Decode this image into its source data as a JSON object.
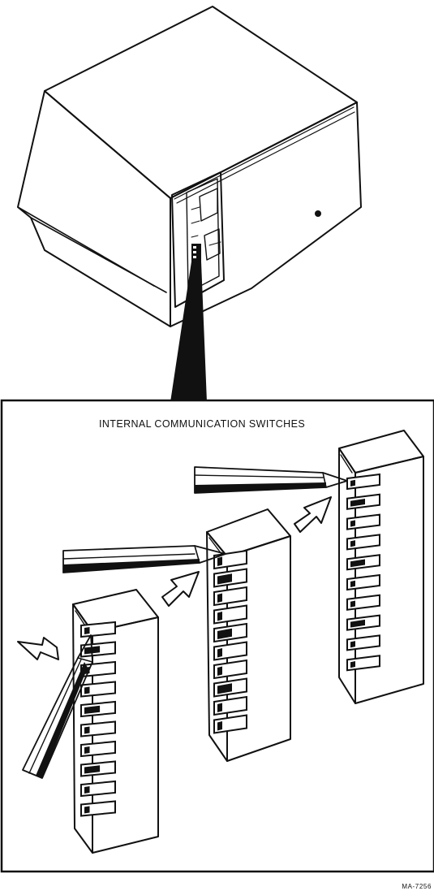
{
  "figure": {
    "detail_caption": "INTERNAL COMMUNICATION SWITCHES",
    "figure_id": "MA-7256"
  },
  "switch_blocks": [
    {
      "name": "left",
      "positions": 10
    },
    {
      "name": "middle",
      "positions": 10
    },
    {
      "name": "right",
      "positions": 10
    }
  ],
  "colors": {
    "ink": "#111111",
    "paper": "#ffffff"
  }
}
